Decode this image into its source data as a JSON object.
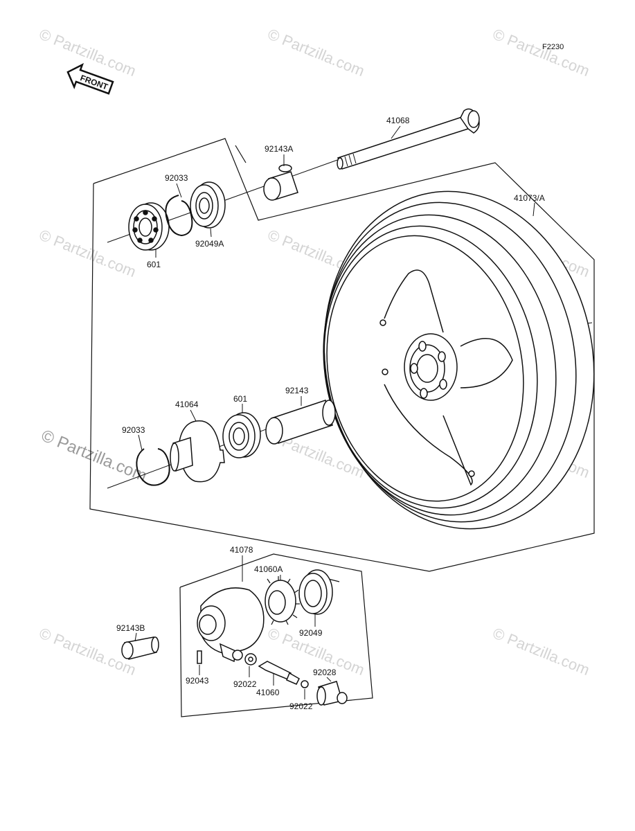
{
  "figure_code": "F2230",
  "front_label": "FRONT",
  "watermark": "© Partzilla.com",
  "labels": {
    "axle": "41068",
    "collar_right": "92143A",
    "circlip_upper": "92033",
    "bearing_upper": "601",
    "seal_upper": "92049A",
    "wheel": "41073/A",
    "spacer_plate": "41064",
    "bearing_lower": "601",
    "spacer_tube": "92143",
    "circlip_lower": "92033",
    "gear_housing": "41078",
    "drive_gear": "41060A",
    "seal_gear": "92049",
    "collar_left": "92143B",
    "pin": "92043",
    "washer_a": "92022",
    "pinion": "41060",
    "washer_b": "92022",
    "bushing": "92028"
  },
  "colors": {
    "ink": "#111111",
    "paper": "#ffffff",
    "watermark": "#d4d4d4"
  }
}
